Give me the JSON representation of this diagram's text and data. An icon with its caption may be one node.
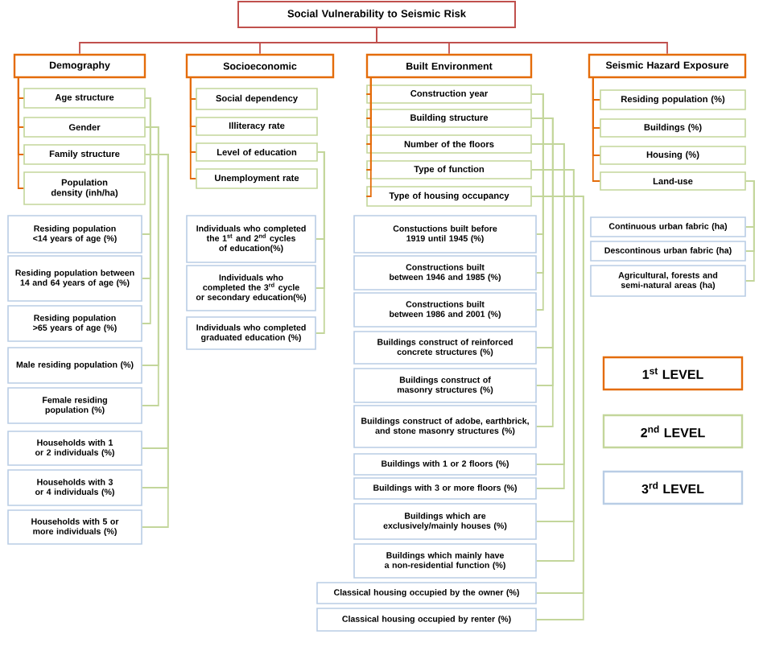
{
  "diagram": {
    "nodes": [
      {
        "text": [
          "Social Vulnerability to Seismic Risk"
        ]
      },
      {
        "text": [
          "Demography"
        ]
      },
      {
        "text": [
          "Socioeconomic"
        ]
      },
      {
        "text": [
          "Built Environment"
        ]
      },
      {
        "text": [
          "Seismic Hazard Exposure"
        ]
      },
      {
        "text": [
          "Age structure"
        ]
      },
      {
        "text": [
          "Gender"
        ]
      },
      {
        "text": [
          "Family structure"
        ]
      },
      {
        "text": [
          "Population density (inh/ha)"
        ]
      },
      {
        "text": [
          "Social dependency"
        ]
      },
      {
        "text": [
          "Illiteracy rate"
        ]
      },
      {
        "text": [
          "Level of education"
        ]
      },
      {
        "text": [
          "Unemployment rate"
        ]
      },
      {
        "text": [
          "Construction year"
        ]
      },
      {
        "text": [
          "Building structure"
        ]
      },
      {
        "text": [
          "Number of the floors"
        ]
      },
      {
        "text": [
          "Type of function"
        ]
      },
      {
        "text": [
          "Type of housing occupancy"
        ]
      },
      {
        "text": [
          "Residing population (%)"
        ]
      },
      {
        "text": [
          "Buildings (%)"
        ]
      },
      {
        "text": [
          "Housing (%)"
        ]
      },
      {
        "text": [
          "Land-use"
        ]
      },
      {
        "text": [
          "Residing population <14 years of age (%)"
        ]
      },
      {
        "text": [
          "Residing population between 14 and 64 years of age (%)"
        ]
      },
      {
        "text": [
          "Residing population >65 years of age (%)"
        ]
      },
      {
        "text": [
          "Male residing population (%)"
        ]
      },
      {
        "text": [
          "Female residing population (%)"
        ]
      },
      {
        "text": [
          "Households with 1 or 2 individuals (%)"
        ]
      },
      {
        "text": [
          "Households with 3 or 4 individuals (%)"
        ]
      },
      {
        "text": [
          "Households with 5 or more individuals (%)"
        ]
      },
      {
        "text": [
          "Individuals who completed the 1$^{st}$ and 2$^{nd}$ cycles of education(%)"
        ]
      },
      {
        "text": [
          "Individuals who completed the 3$^{rd}$ cycle or secondary education(%)"
        ]
      },
      {
        "text": [
          "Individuals who completed graduated education (%)"
        ]
      },
      {
        "text": [
          "Constuctions built before 1919 until 1945 (%)"
        ]
      },
      {
        "text": [
          "Constructions built between 1946 and 1985 (%)"
        ]
      },
      {
        "text": [
          "Constructions built between 1986 and 2001 (%)"
        ]
      },
      {
        "text": [
          "Buildings construct of reinforced concrete structures (%)"
        ]
      },
      {
        "text": [
          "Buildings construct of masonry structures (%)"
        ]
      },
      {
        "text": [
          "Buildings construct of adobe, earthbrick, and stone masonry structures (%)"
        ]
      },
      {
        "text": [
          "Buildings with 1 or 2 floors (%)"
        ]
      },
      {
        "text": [
          "Buildings with 3 or more floors (%)"
        ]
      },
      {
        "text": [
          "Buildings which are exclusively/mainly houses (%)"
        ]
      },
      {
        "text": [
          "Buildings which mainly have a non-residential function (%)"
        ]
      },
      {
        "text": [
          "Classical housing occupied by the owner (%)"
        ]
      },
      {
        "text": [
          "Classical housing occupied by renter (%)"
        ]
      },
      {
        "text": [
          "Continuous urban fabric (ha)"
        ]
      },
      {
        "text": [
          "Descontinous urban fabric (ha)"
        ]
      },
      {
        "text": [
          "Agricultural, forests and semi-natural areas (ha)"
        ]
      }
    ],
    "edges": [
      {
        "from": 0,
        "to": 1,
        "arrow": "none",
        "color": "#c0504d"
      },
      {
        "from": 0,
        "to": 2,
        "arrow": "none",
        "color": "#c0504d"
      },
      {
        "from": 0,
        "to": 3,
        "arrow": "none",
        "color": "#c0504d"
      },
      {
        "from": 0,
        "to": 4,
        "arrow": "none",
        "color": "#c0504d"
      },
      {
        "from": 1,
        "to": 5,
        "arrow": "none",
        "color": "#e46c0a"
      },
      {
        "from": 1,
        "to": 6,
        "arrow": "none",
        "color": "#e46c0a"
      },
      {
        "from": 1,
        "to": 7,
        "arrow": "none",
        "color": "#e46c0a"
      },
      {
        "from": 1,
        "to": 8,
        "arrow": "none",
        "color": "#e46c0a"
      },
      {
        "from": 2,
        "to": 9,
        "arrow": "none",
        "color": "#e46c0a"
      },
      {
        "from": 2,
        "to": 10,
        "arrow": "none",
        "color": "#e46c0a"
      },
      {
        "from": 2,
        "to": 11,
        "arrow": "none",
        "color": "#e46c0a"
      },
      {
        "from": 2,
        "to": 12,
        "arrow": "none",
        "color": "#e46c0a"
      },
      {
        "from": 3,
        "to": 13,
        "arrow": "none",
        "color": "#e46c0a"
      },
      {
        "from": 3,
        "to": 14,
        "arrow": "none",
        "color": "#e46c0a"
      },
      {
        "from": 3,
        "to": 15,
        "arrow": "none",
        "color": "#e46c0a"
      },
      {
        "from": 3,
        "to": 16,
        "arrow": "none",
        "color": "#e46c0a"
      },
      {
        "from": 3,
        "to": 17,
        "arrow": "none",
        "color": "#e46c0a"
      },
      {
        "from": 4,
        "to": 18,
        "arrow": "none",
        "color": "#e46c0a"
      },
      {
        "from": 4,
        "to": 19,
        "arrow": "none",
        "color": "#e46c0a"
      },
      {
        "from": 4,
        "to": 20,
        "arrow": "none",
        "color": "#e46c0a"
      },
      {
        "from": 4,
        "to": 21,
        "arrow": "none",
        "color": "#e46c0a"
      },
      {
        "from": 5,
        "to": 22,
        "arrow": "none",
        "color": "#c3d69b"
      },
      {
        "from": 5,
        "to": 23,
        "arrow": "none",
        "color": "#c3d69b"
      },
      {
        "from": 5,
        "to": 24,
        "arrow": "none",
        "color": "#c3d69b"
      },
      {
        "from": 6,
        "to": 25,
        "arrow": "none",
        "color": "#c3d69b"
      },
      {
        "from": 6,
        "to": 26,
        "arrow": "none",
        "color": "#c3d69b"
      },
      {
        "from": 7,
        "to": 27,
        "arrow": "none",
        "color": "#c3d69b"
      },
      {
        "from": 7,
        "to": 28,
        "arrow": "none",
        "color": "#c3d69b"
      },
      {
        "from": 7,
        "to": 29,
        "arrow": "none",
        "color": "#c3d69b"
      },
      {
        "from": 11,
        "to": 30,
        "arrow": "none",
        "color": "#c3d69b"
      },
      {
        "from": 11,
        "to": 31,
        "arrow": "none",
        "color": "#c3d69b"
      },
      {
        "from": 11,
        "to": 32,
        "arrow": "none",
        "color": "#c3d69b"
      },
      {
        "from": 13,
        "to": 33,
        "arrow": "none",
        "color": "#c3d69b"
      },
      {
        "from": 13,
        "to": 34,
        "arrow": "none",
        "color": "#c3d69b"
      },
      {
        "from": 13,
        "to": 35,
        "arrow": "none",
        "color": "#c3d69b"
      },
      {
        "from": 14,
        "to": 36,
        "arrow": "none",
        "color": "#c3d69b"
      },
      {
        "from": 14,
        "to": 37,
        "arrow": "none",
        "color": "#c3d69b"
      },
      {
        "from": 14,
        "to": 38,
        "arrow": "none",
        "color": "#c3d69b"
      },
      {
        "from": 15,
        "to": 39,
        "arrow": "none",
        "color": "#c3d69b"
      },
      {
        "from": 15,
        "to": 40,
        "arrow": "none",
        "color": "#c3d69b"
      },
      {
        "from": 16,
        "to": 41,
        "arrow": "none",
        "color": "#c3d69b"
      },
      {
        "from": 16,
        "to": 42,
        "arrow": "none",
        "color": "#c3d69b"
      },
      {
        "from": 17,
        "to": 43,
        "arrow": "none",
        "color": "#c3d69b"
      },
      {
        "from": 17,
        "to": 44,
        "arrow": "none",
        "color": "#c3d69b"
      },
      {
        "from": 21,
        "to": 45,
        "arrow": "none",
        "color": "#c3d69b"
      },
      {
        "from": 21,
        "to": 46,
        "arrow": "none",
        "color": "#c3d69b"
      },
      {
        "from": 21,
        "to": 47,
        "arrow": "none",
        "color": "#c3d69b"
      }
    ],
    "legend": [
      {
        "text": "1$^{st}$ LEVEL",
        "color": "#e46c0a"
      },
      {
        "text": "2$^{nd}$ LEVEL",
        "color": "#c3d69b"
      },
      {
        "text": "3$^{rd}$ LEVEL",
        "color": "#b9cde5"
      }
    ]
  }
}
